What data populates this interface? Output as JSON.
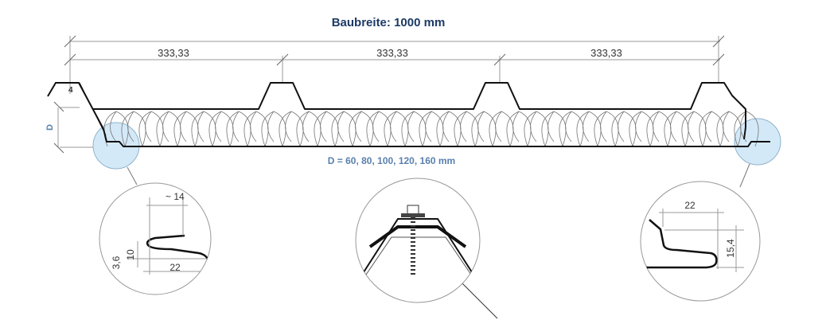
{
  "title": "Baubreite: 1000 mm",
  "dimensions": {
    "rib_spacing": [
      "333,33",
      "333,33",
      "333,33"
    ],
    "skin_thickness": "4",
    "thickness_label": "D",
    "thickness_options": "D = 60, 80, 100, 120, 160 mm"
  },
  "details": {
    "left_joint": {
      "width_top": "~ 14",
      "height": "10",
      "offset": "3,6",
      "width_bottom": "22"
    },
    "right_joint": {
      "width": "22",
      "height": "15,4"
    }
  },
  "colors": {
    "title": "#1d3a66",
    "label": "#5a80ad",
    "highlight": "#cfe6f5"
  }
}
